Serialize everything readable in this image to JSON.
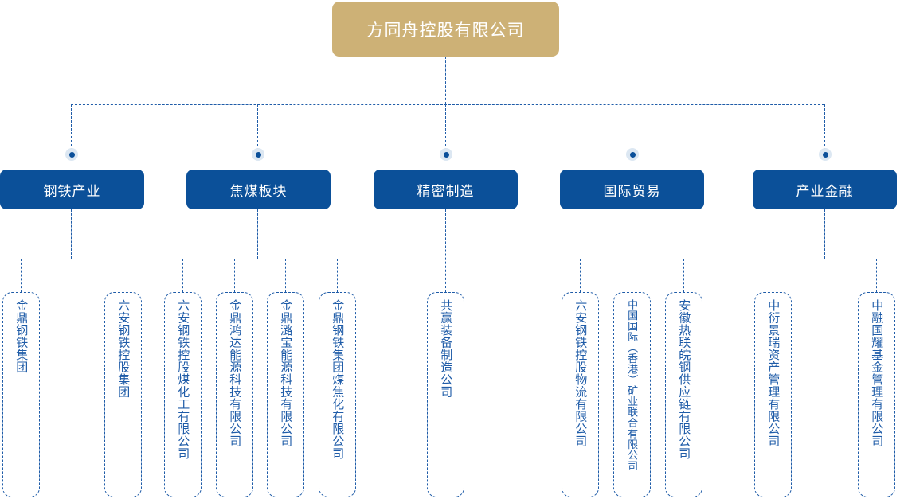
{
  "diagram": {
    "title": "方同舟控股有限公司",
    "type": "organization-chart",
    "colors": {
      "root_fill": "#cdb176",
      "division_fill": "#0b5099",
      "leaf_border": "#1f5ca8",
      "leaf_text": "#1f5ca8",
      "connector": "#1f5ca8",
      "dot_core": "#0b4f99",
      "dot_halo": "#dce7f2",
      "background": "#ffffff"
    }
  },
  "root": {
    "label": "方同舟控股有限公司"
  },
  "divisions": [
    {
      "label": "钢铁产业",
      "children": [
        {
          "label": "金鼎钢铁集团"
        },
        {
          "label": "六安钢铁控股集团"
        }
      ]
    },
    {
      "label": "焦煤板块",
      "children": [
        {
          "label": "六安钢铁控股煤化工有限公司"
        },
        {
          "label": "金鼎鸿达能源科技有限公司"
        },
        {
          "label": "金鼎潞宝能源科技有限公司"
        },
        {
          "label": "金鼎钢铁集团煤焦化有限公司"
        }
      ]
    },
    {
      "label": "精密制造",
      "children": [
        {
          "label": "共赢装备制造公司"
        }
      ]
    },
    {
      "label": "国际贸易",
      "children": [
        {
          "label": "六安钢铁控股物流有限公司"
        },
        {
          "label": "中国国际（香港）矿业联合有限公司"
        },
        {
          "label": "安徽热联皖钢供应链有限公司"
        }
      ]
    },
    {
      "label": "产业金融",
      "children": [
        {
          "label": "中衍景瑞资产管理有限公司"
        },
        {
          "label": "中融国耀基金管理有限公司"
        }
      ]
    }
  ]
}
